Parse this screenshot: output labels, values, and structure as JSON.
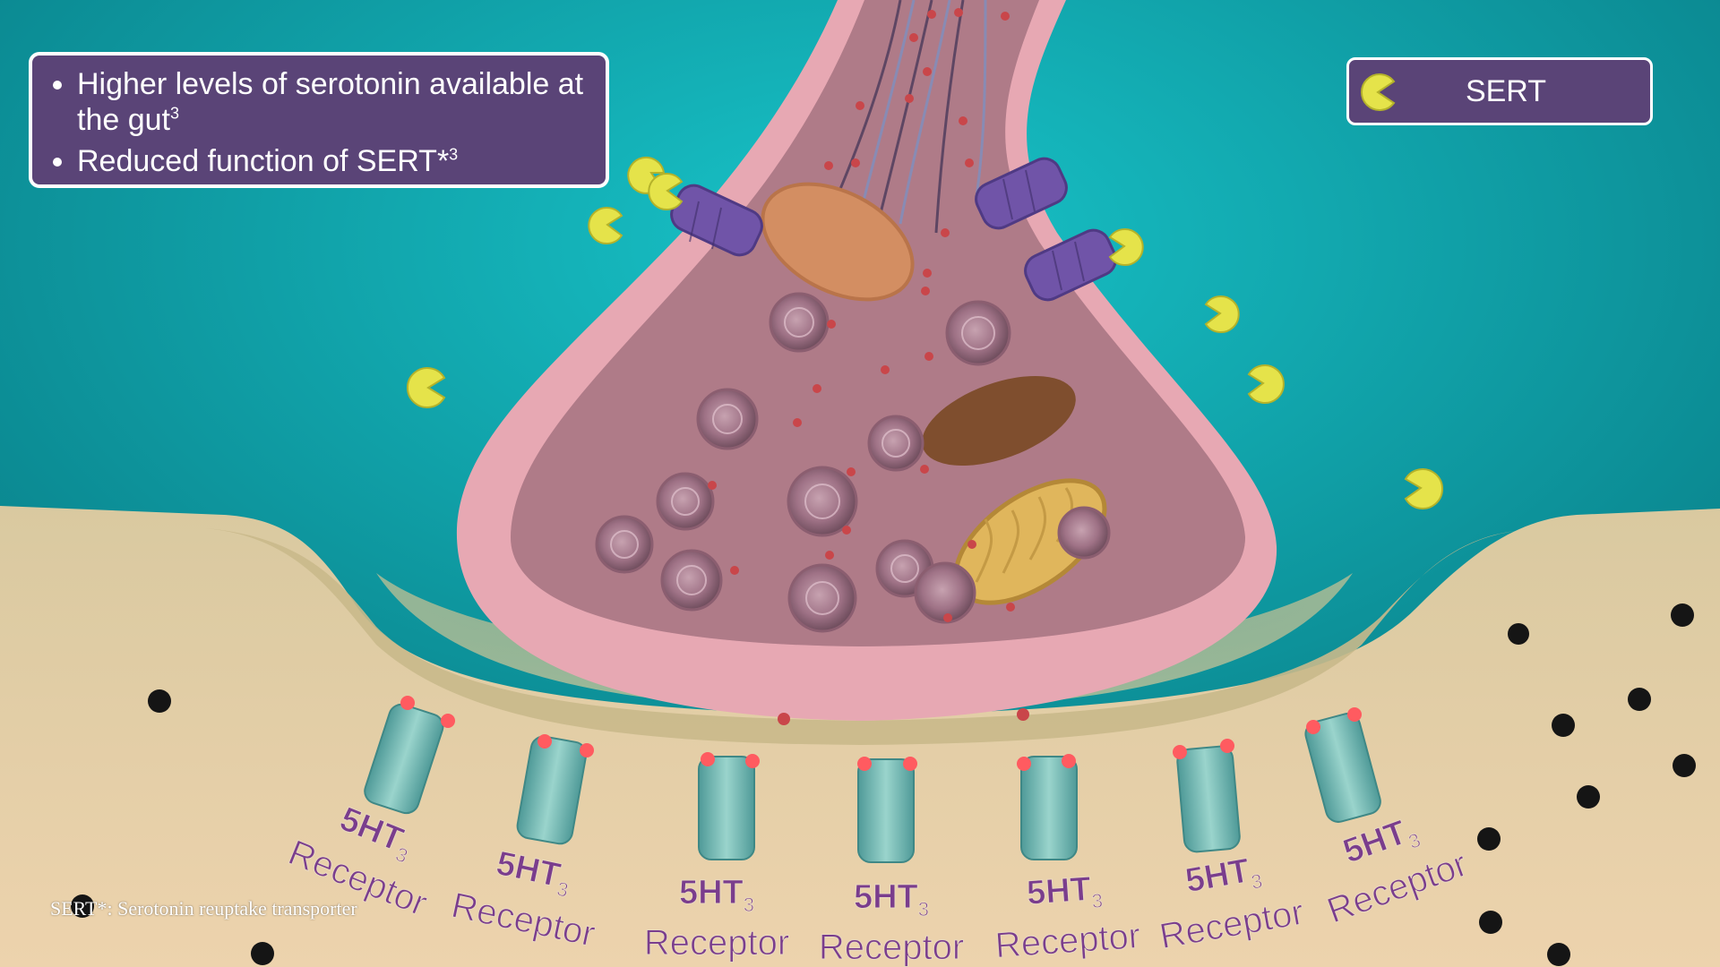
{
  "info_box": {
    "bullets": [
      {
        "text": "Higher levels of serotonin available at the gut",
        "sup": "3"
      },
      {
        "text": "Reduced function of SERT*",
        "sup": "3"
      }
    ]
  },
  "legend": {
    "label": "SERT",
    "icon": "sert-pacman-icon",
    "icon_color": "#e5e34a"
  },
  "receptors": [
    {
      "name": "5HT",
      "sub": "3",
      "label": "Receptor"
    },
    {
      "name": "5HT",
      "sub": "3",
      "label": "Receptor"
    },
    {
      "name": "5HT",
      "sub": "3",
      "label": "Receptor"
    },
    {
      "name": "5HT",
      "sub": "3",
      "label": "Receptor"
    },
    {
      "name": "5HT",
      "sub": "3",
      "label": "Receptor"
    },
    {
      "name": "5HT",
      "sub": "3",
      "label": "Receptor"
    },
    {
      "name": "5HT",
      "sub": "3",
      "label": "Receptor"
    }
  ],
  "footnote": "SERT*: Serotonin reuptake transporter",
  "colors": {
    "background_teal": "#0aa8ae",
    "panel_purple": "#5a4477",
    "neuron_pink": "#d89aa5",
    "tissue_beige": "#e7cfa6",
    "receptor_teal": "#6fb7b2",
    "label_purple": "#7a3d8d"
  }
}
